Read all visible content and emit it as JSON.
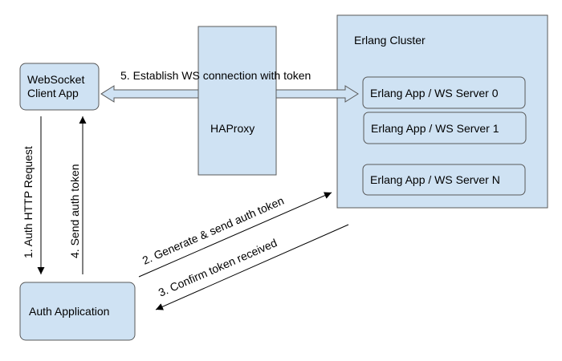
{
  "colors": {
    "box_fill": "#cfe2f3",
    "box_stroke": "#595959",
    "line": "#000000"
  },
  "nodes": {
    "client": [
      "WebSocket",
      "Client App"
    ],
    "auth_app": "Auth Application",
    "haproxy": "HAProxy",
    "cluster_title": "Erlang Cluster",
    "server_0": "Erlang App / WS Server 0",
    "server_1": "Erlang App / WS Server 1",
    "server_n": "Erlang App / WS Server N"
  },
  "edges": {
    "auth_request": "1. Auth HTTP Request",
    "generate_token": "2. Generate & send auth token",
    "confirm_token": "3. Confirm token received",
    "send_token": "4. Send auth token",
    "establish_ws": "5. Establish WS connection with token"
  }
}
